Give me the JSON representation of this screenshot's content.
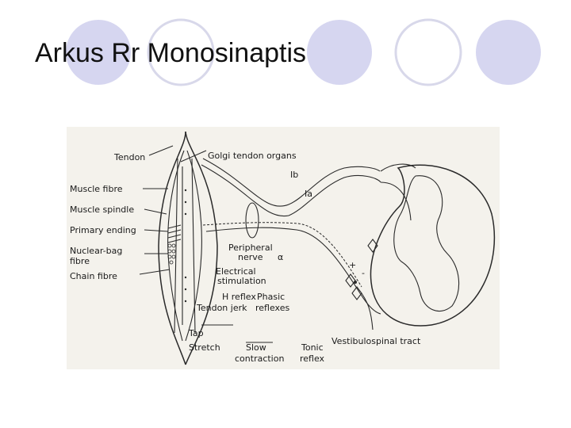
{
  "slide": {
    "title": "Arkus Rr Monosinaptis",
    "circle_color": "#d6d6f0",
    "ring_color": "#d8d8ea"
  },
  "diagram": {
    "labels": {
      "tendon": "Tendon",
      "golgi": "Golgi tendon organs",
      "muscle_fibre": "Muscle fibre",
      "muscle_spindle": "Muscle spindle",
      "primary_ending": "Primary ending",
      "nuclear_bag_1": "Nuclear-bag",
      "nuclear_bag_2": "fibre",
      "chain_fibre": "Chain fibre",
      "ib": "Ib",
      "ia": "Ia",
      "peripheral_1": "Peripheral",
      "peripheral_2": "nerve",
      "alpha": "α",
      "electrical_1": "Electrical",
      "electrical_2": "stimulation",
      "h_reflex": "H reflex",
      "phasic": "Phasic",
      "tendon_jerk": "Tendon jerk",
      "reflexes": "reflexes",
      "tap": "Tap",
      "stretch": "Stretch",
      "slow": "Slow",
      "contraction": "contraction",
      "tonic": "Tonic",
      "reflex": "reflex",
      "vestibulospinal": "Vestibulospinal tract",
      "plus": "+",
      "minus": "-"
    }
  }
}
